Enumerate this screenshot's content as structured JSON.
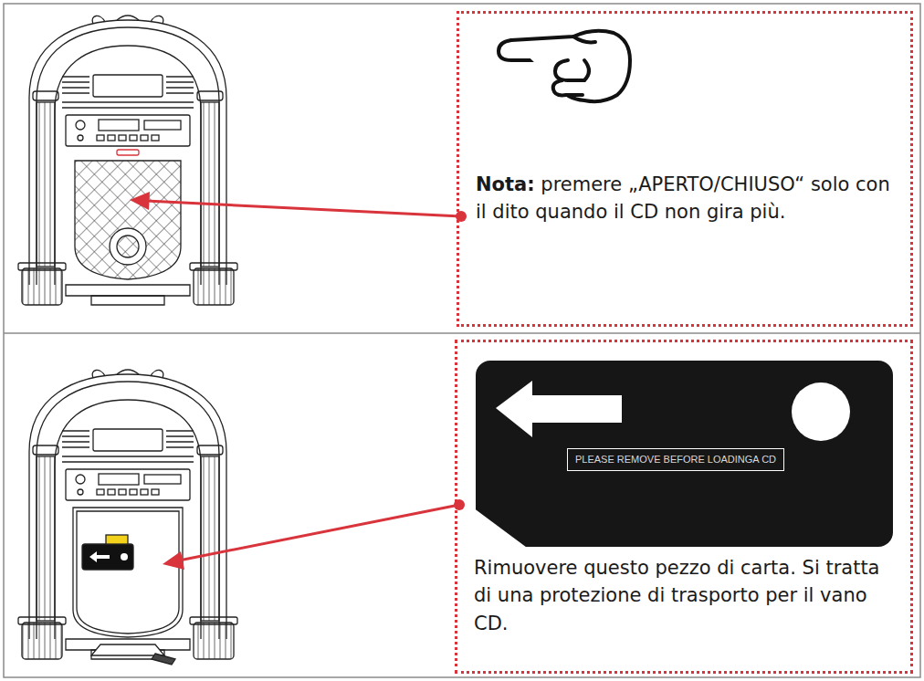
{
  "diagram": {
    "nodes": [
      {
        "text": [
          "Nota:",
          "premere „APERTO/CHIUSO“ solo con il dito quando il CD non gira più."
        ]
      },
      {
        "text": [
          "Rimuovere questo pezzo di carta. Si tratta di una protezione di trasporto per il vano CD."
        ]
      },
      {
        "text": [
          "PLEASE REMOVE BEFORE LOADINGA CD"
        ],
        "in": 1
      }
    ]
  }
}
